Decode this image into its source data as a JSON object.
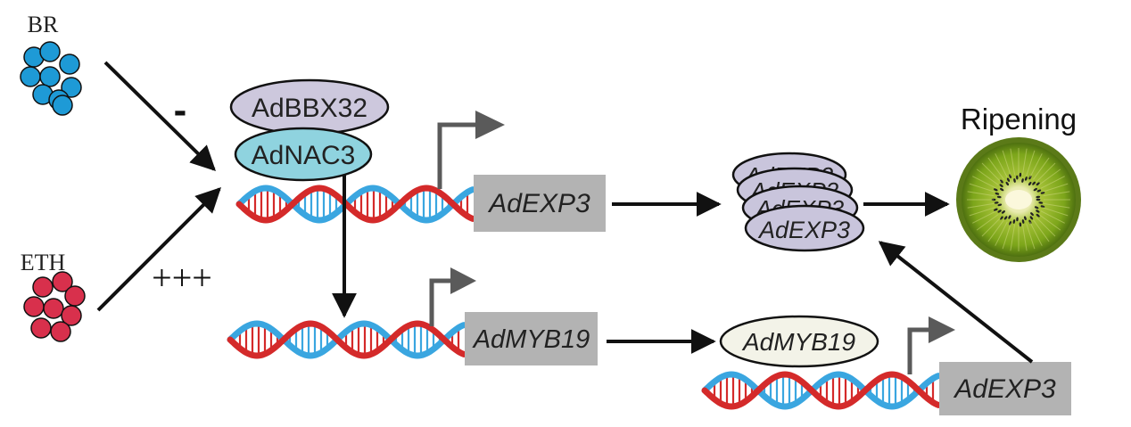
{
  "signals": {
    "br": {
      "label": "BR",
      "effect": "-",
      "color": "#1e9ad6"
    },
    "eth": {
      "label": "ETH",
      "effect": "+++",
      "color": "#d8304c"
    }
  },
  "proteins": {
    "bbx32": "AdBBX32",
    "nac3": "AdNAC3",
    "myb19": "AdMYB19",
    "exp3_stack": [
      "AdEXP3",
      "AdEXP3",
      "AdEXP3",
      "AdEXP3"
    ]
  },
  "genes": {
    "exp3_top": "AdEXP3",
    "myb19": "AdMYB19",
    "exp3_bottom": "AdEXP3"
  },
  "outcome": {
    "label": "Ripening"
  },
  "colors": {
    "dna_red": "#d42a2a",
    "dna_blue": "#3aa6e0",
    "gene_box": "#b3b3b3",
    "bbx32_fill": "#cdc8dd",
    "nac3_fill": "#8fd3df",
    "exp3_fill": "#c9c5dc",
    "myb19_fill": "#f3f3e8",
    "promoter_arrow": "#5a5a5a"
  }
}
